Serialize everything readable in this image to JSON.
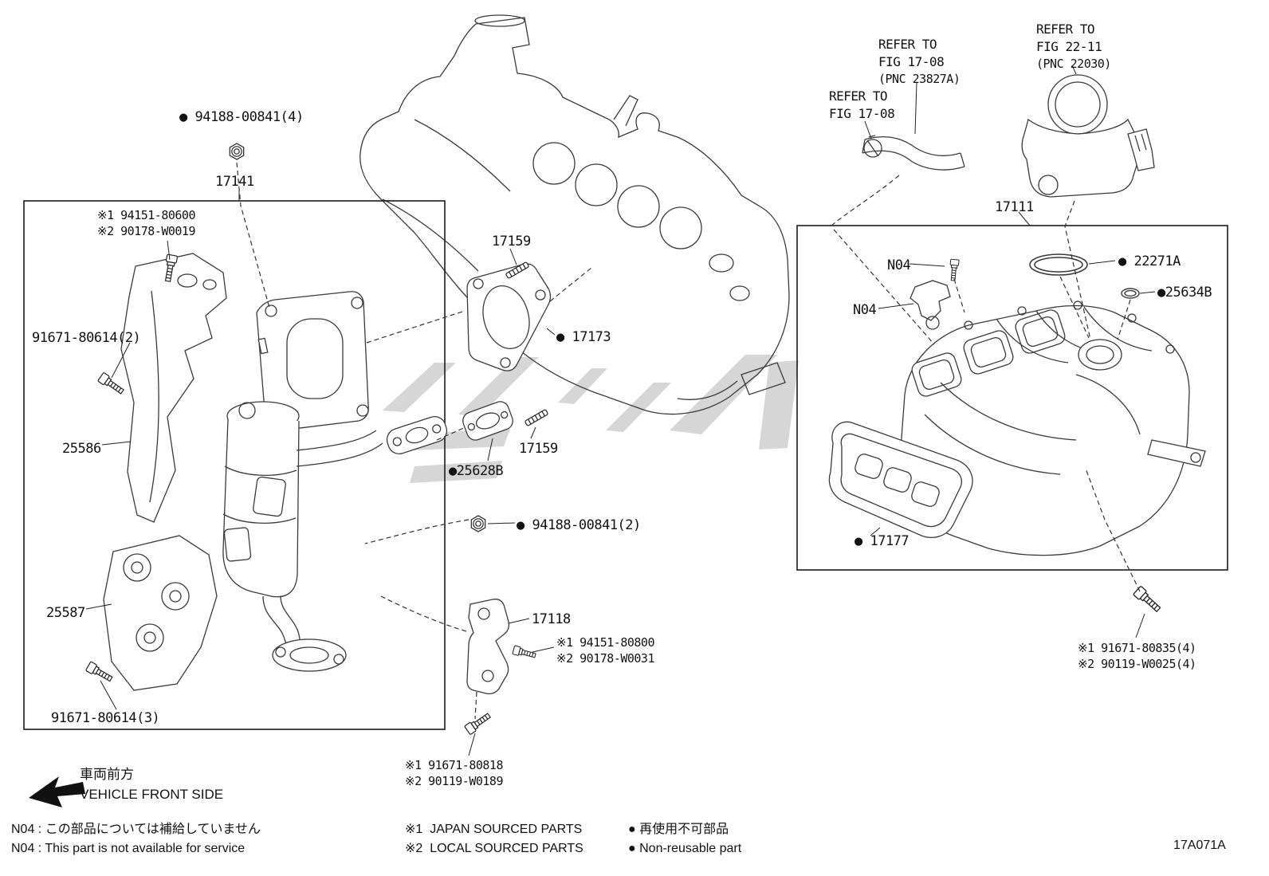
{
  "labels": {
    "nut_top": "● 94188-00841(4)",
    "part_17141": "17141",
    "stud_top_jp": "※1 94151-80600",
    "stud_top_local": "※2 90178-W0019",
    "bolt_80614_2": "91671-80614(2)",
    "shield_upper": "25586",
    "shield_lower": "25587",
    "bolt_80614_3": "91671-80614(3)",
    "stud_17159_top": "17159",
    "gasket_17173": "● 17173",
    "stud_17159_btm": "17159",
    "gasket_25628b": "●25628B",
    "nut_btm": "● 94188-00841(2)",
    "bracket_17118": "17118",
    "bolt_80800_jp": "※1 94151-80800",
    "bolt_80800_local": "※2 90178-W0031",
    "bolt_80818_jp": "※1 91671-80818",
    "bolt_80818_local": "※2 90119-W0189",
    "refer_hose_line1": "REFER TO",
    "refer_hose_line2": "FIG 17-08",
    "refer_pnc23827_line1": "REFER TO",
    "refer_pnc23827_line2": "FIG 17-08",
    "refer_pnc23827_line3": "(PNC 23827A)",
    "refer_pnc22030_line1": "REFER TO",
    "refer_pnc22030_line2": "FIG 22-11",
    "refer_pnc22030_line3": "(PNC 22030)",
    "part_17111": "17111",
    "n04_bolt": "N04",
    "n04_sensor": "N04",
    "oring_22271a": "● 22271A",
    "oring_25634b": "●25634B",
    "gasket_17177": "● 17177",
    "bolt_80835_jp": "※1 91671-80835(4)",
    "bolt_80835_local": "※2 90119-W0025(4)"
  },
  "footer": {
    "front_jp": "車両前方",
    "front_en": "VEHICLE FRONT SIDE",
    "n04_note_jp": "N04 : この部品については補給していません",
    "n04_note_en": "N04 : This part is not available for service",
    "japan_sourced": "※1  JAPAN SOURCED PARTS",
    "local_sourced": "※2  LOCAL SOURCED PARTS",
    "nonreusable_jp": "● 再使用不可部品",
    "nonreusable_en": "● Non-reusable part",
    "drawing_code": "17A071A"
  }
}
